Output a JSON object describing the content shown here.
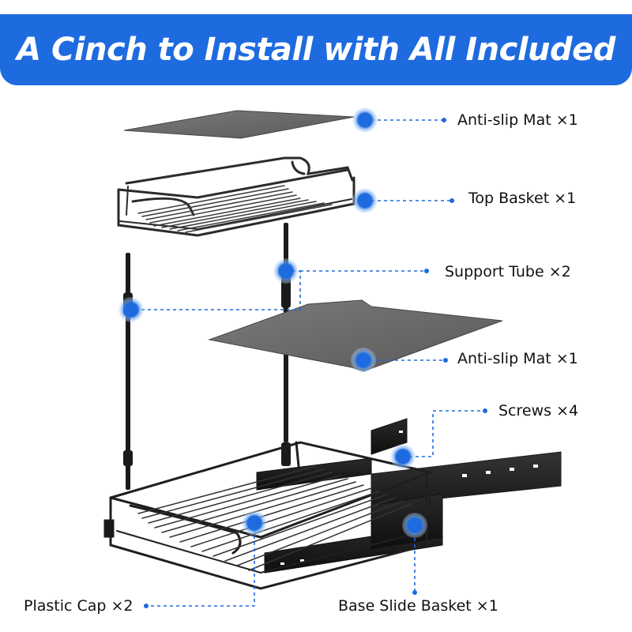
{
  "banner": {
    "title": "A Cinch to Install with All Included",
    "color": "#1e6bdf"
  },
  "accent_color": "#1e6bdf",
  "parts": [
    {
      "key": "mat_top",
      "label": "Anti-slip Mat ×1"
    },
    {
      "key": "top_basket",
      "label": "Top Basket ×1"
    },
    {
      "key": "support_tube",
      "label": "Support Tube ×2"
    },
    {
      "key": "mat_bottom",
      "label": "Anti-slip Mat ×1"
    },
    {
      "key": "screws",
      "label": "Screws ×4"
    },
    {
      "key": "plastic_cap",
      "label": "Plastic Cap ×2"
    },
    {
      "key": "base_basket",
      "label": "Base Slide Basket ×1"
    }
  ]
}
